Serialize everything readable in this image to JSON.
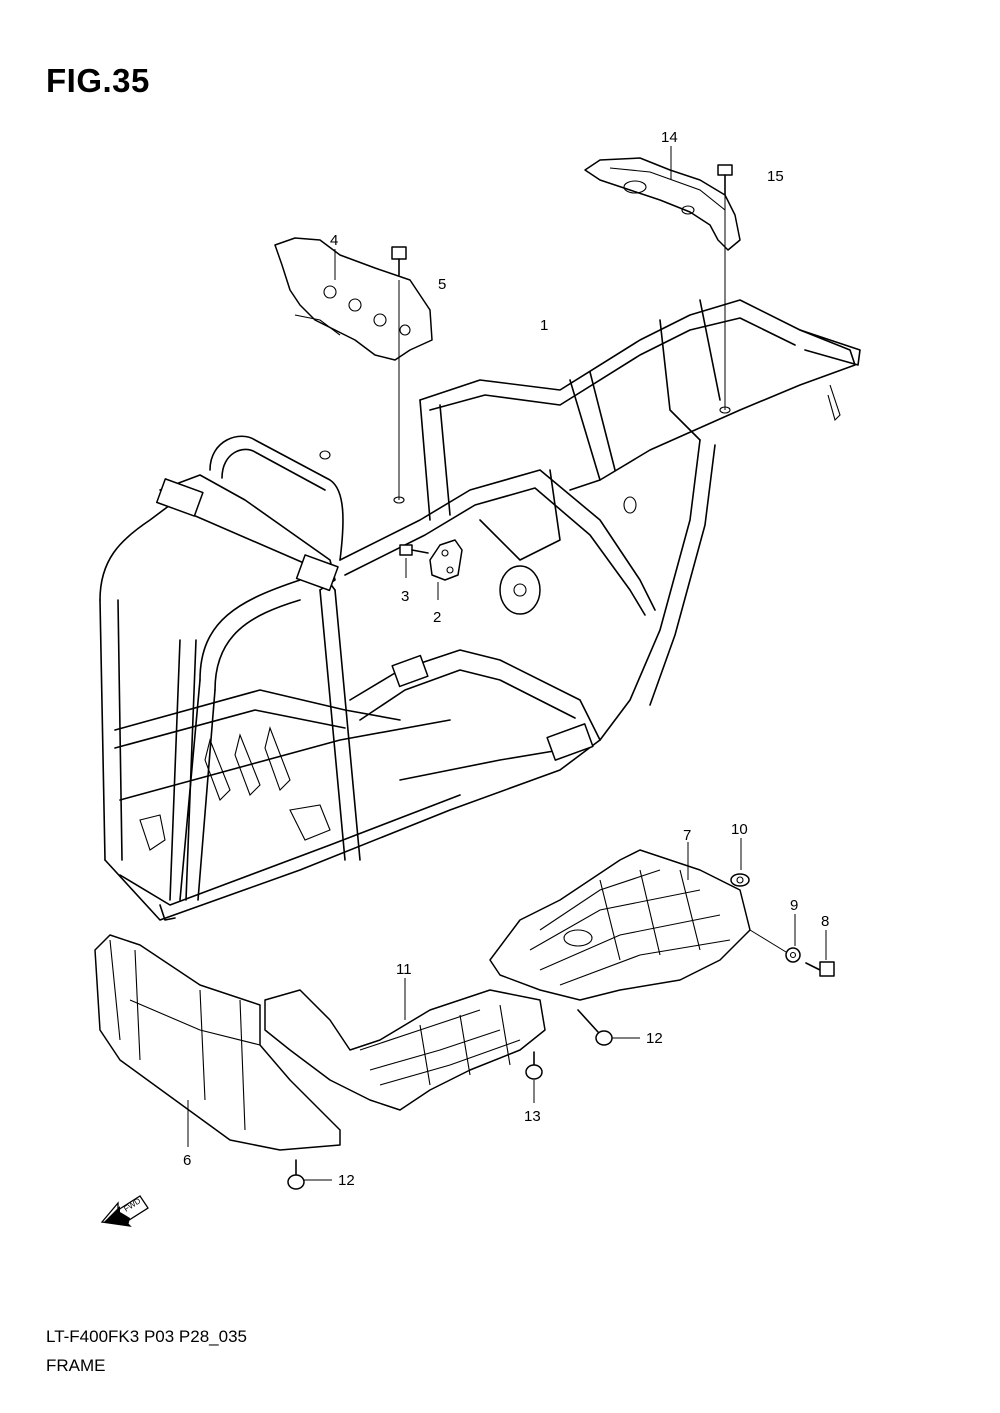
{
  "figure": {
    "title": "FIG.35",
    "model_code": "LT-F400FK3 P03 P28_035",
    "section_name": "FRAME"
  },
  "callouts": [
    {
      "id": "c1",
      "label": "1"
    },
    {
      "id": "c2",
      "label": "2"
    },
    {
      "id": "c3",
      "label": "3"
    },
    {
      "id": "c4",
      "label": "4"
    },
    {
      "id": "c5",
      "label": "5"
    },
    {
      "id": "c6",
      "label": "6"
    },
    {
      "id": "c7",
      "label": "7"
    },
    {
      "id": "c8",
      "label": "8"
    },
    {
      "id": "c9",
      "label": "9"
    },
    {
      "id": "c10",
      "label": "10"
    },
    {
      "id": "c11",
      "label": "11"
    },
    {
      "id": "c12a",
      "label": "12"
    },
    {
      "id": "c12b",
      "label": "12"
    },
    {
      "id": "c13",
      "label": "13"
    },
    {
      "id": "c14",
      "label": "14"
    },
    {
      "id": "c15",
      "label": "15"
    }
  ],
  "direction_arrow": {
    "label": "FWD",
    "icon": "forward-arrow-icon"
  }
}
